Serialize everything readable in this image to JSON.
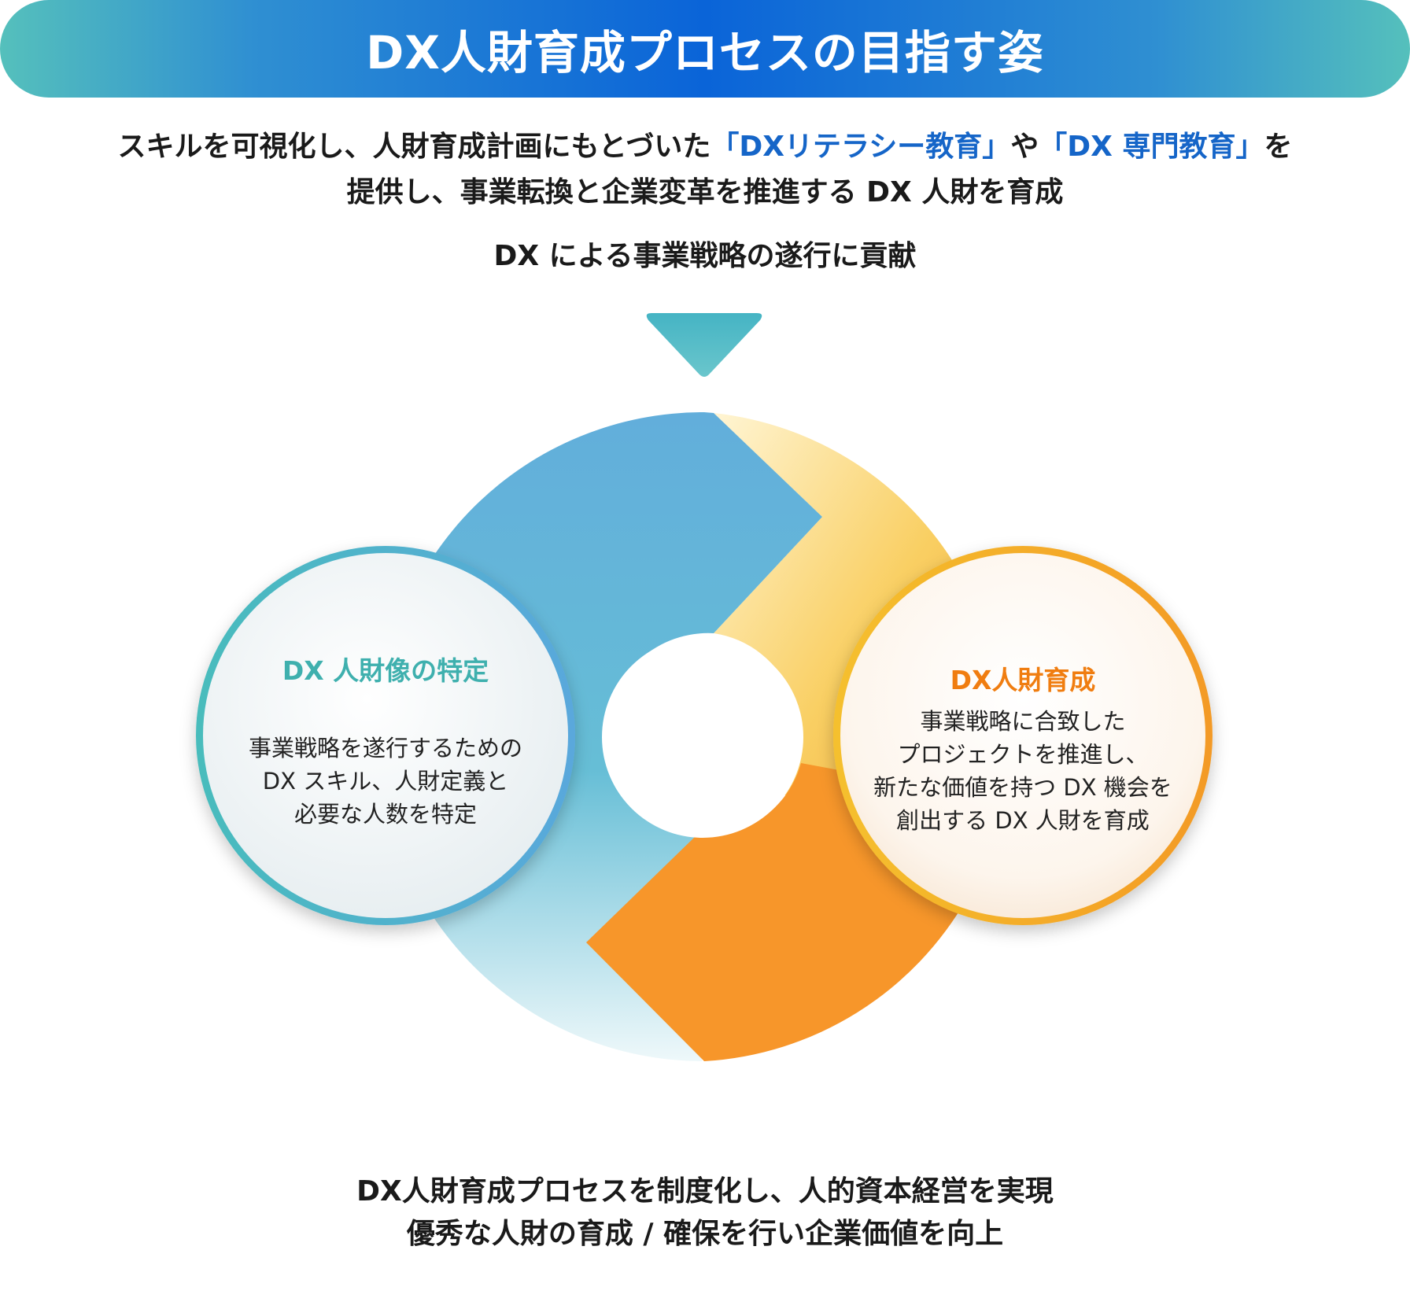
{
  "header": {
    "title": "DX人財育成プロセスの目指す姿"
  },
  "intro": {
    "line1_prefix": "スキルを可視化し、人財育成計画にもとづいた",
    "highlight1": "「DXリテラシー教育」",
    "line1_mid": "や",
    "highlight2": "「DX 専門教育」",
    "line1_suffix": "を",
    "line2": "提供し、事業転換と企業変革を推進する DX 人財を育成"
  },
  "contribution": "DX による事業戦略の遂行に貢献",
  "cycle": {
    "left": {
      "title": "DX 人財像の特定",
      "lines": [
        "事業戦略を遂行するための",
        "DX スキル、人財定義と",
        "必要な人数を特定"
      ]
    },
    "right": {
      "title": "DX人財育成",
      "lines": [
        "事業戦略に合致した",
        "プロジェクトを推進し、",
        "新たな価値を持つ DX 機会を",
        "創出する DX 人財を育成"
      ]
    }
  },
  "outro": {
    "line1": "DX人財育成プロセスを制度化し、人的資本経営を実現",
    "line2": "優秀な人財の育成 / 確保を行い企業価値を向上"
  },
  "colors": {
    "accent_blue": "#1565c8",
    "teal": "#3fb0ae",
    "orange": "#f07d10",
    "ring_blue": "#5fb0dc",
    "ring_orange": "#f7962a"
  }
}
